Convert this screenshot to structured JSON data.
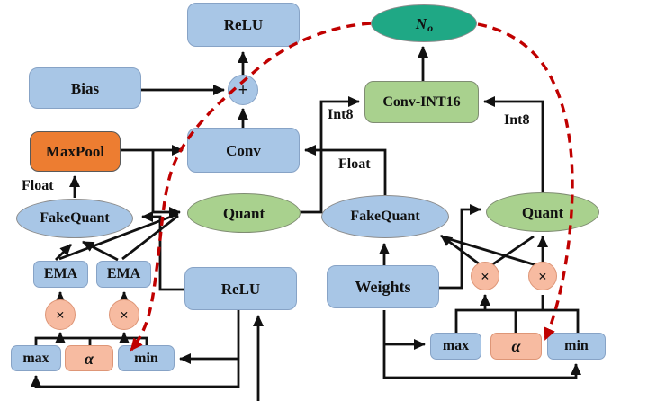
{
  "colors": {
    "bg": "#ffffff",
    "blue": "#a8c6e6",
    "blue-border": "#87a3c6",
    "green": "#a9d18e",
    "green-border": "#7f8c72",
    "teal": "#1fa885",
    "orange": "#ed7d31",
    "orange-border": "#595959",
    "salmon": "#f7bba1",
    "salmon-border": "#de9677",
    "line": "#111111",
    "red": "#c00000"
  },
  "nodes": {
    "relu_top": {
      "label": "ReLU"
    },
    "bias": {
      "label": "Bias"
    },
    "plus": {
      "label": "+"
    },
    "conv": {
      "label": "Conv"
    },
    "maxpool": {
      "label": "MaxPool"
    },
    "n_o": {
      "label": "N",
      "sub": "o"
    },
    "conv_int16": {
      "label": "Conv-INT16"
    },
    "fakequant_left": {
      "label": "FakeQuant"
    },
    "quant_center": {
      "label": "Quant"
    },
    "fakequant_right": {
      "label": "FakeQuant"
    },
    "quant_right": {
      "label": "Quant"
    },
    "ema1": {
      "label": "EMA"
    },
    "ema2": {
      "label": "EMA"
    },
    "relu_lower": {
      "label": "ReLU"
    },
    "weights": {
      "label": "Weights"
    },
    "mult1": {
      "label": "×"
    },
    "mult2": {
      "label": "×"
    },
    "mult3": {
      "label": "×"
    },
    "mult4": {
      "label": "×"
    },
    "max_left": {
      "label": "max"
    },
    "alpha_left": {
      "label": "α"
    },
    "min_left": {
      "label": "min"
    },
    "max_right": {
      "label": "max"
    },
    "alpha_right": {
      "label": "α"
    },
    "min_right": {
      "label": "min"
    }
  },
  "edge_labels": {
    "float_left": "Float",
    "int8_left": "Int8",
    "float_right": "Float",
    "int8_right": "Int8"
  }
}
